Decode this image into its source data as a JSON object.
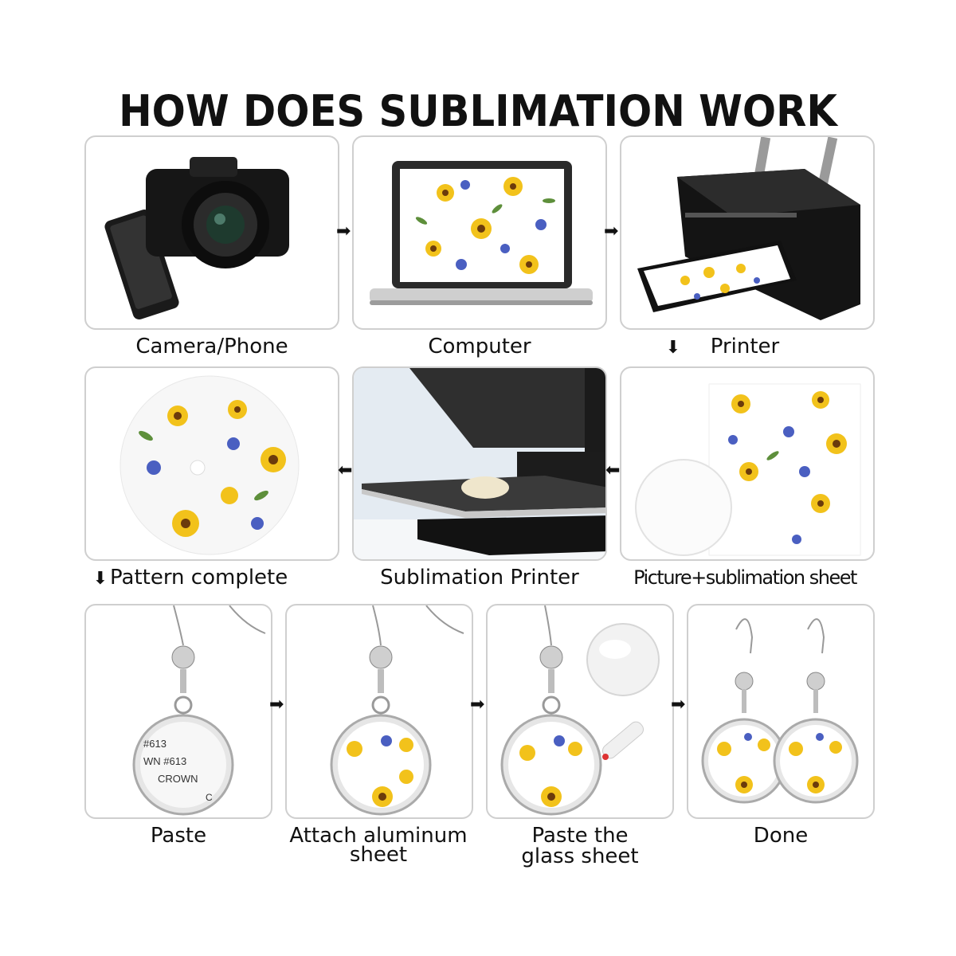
{
  "title": "HOW DOES SUBLIMATION WORK",
  "steps_row1": [
    {
      "label": "Camera/Phone",
      "icon": "camera-phone-image"
    },
    {
      "label": "Computer",
      "icon": "laptop-image"
    },
    {
      "label": "Printer",
      "icon": "printer-image",
      "arrow_prefix": "↓"
    }
  ],
  "steps_row2": [
    {
      "label": "Pattern complete",
      "icon": "printed-circle-image",
      "arrow_prefix": "↓"
    },
    {
      "label": "Sublimation Printer",
      "icon": "heat-press-image"
    },
    {
      "label": "Picture+sublimation sheet",
      "icon": "sublimation-sheet-image"
    }
  ],
  "steps_row3": [
    {
      "label": "Paste",
      "icon": "earring-blank-image",
      "stamp": [
        "#613",
        "WN  #613",
        "CROWN",
        "C"
      ]
    },
    {
      "label": "Attach aluminum\nsheet",
      "line1": "Attach aluminum",
      "line2": "sheet",
      "icon": "earring-pattern-image"
    },
    {
      "label": "Paste the\nglass sheet",
      "line1": "Paste the",
      "line2": "glass sheet",
      "icon": "earring-glass-image"
    },
    {
      "label": "Done",
      "icon": "earring-pair-image"
    }
  ],
  "arrows": {
    "right": "➡",
    "left": "⬅",
    "down": "⬇"
  },
  "colors": {
    "border": "#cfcfcf",
    "sunflower": "#f2c21b",
    "flower_center": "#6b3b0c",
    "cornflower": "#4a5fc1",
    "leaf": "#5e8f3b",
    "device_black": "#151515"
  }
}
